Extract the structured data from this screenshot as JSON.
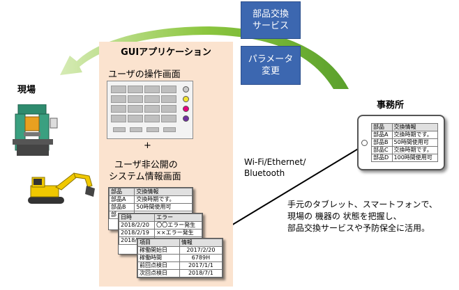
{
  "labels": {
    "genba": "現場",
    "jimusho": "事務所",
    "gui_app": "GUIアプリケーション",
    "user_screen": "ユーザの操作画面",
    "plus": "+",
    "hidden_screen_1": "ユーザ非公開の",
    "hidden_screen_2": "システム情報画面",
    "network_1": "Wi-Fi/Ethernet/",
    "network_2": "Bluetooth",
    "parts_service_1": "部品交換",
    "parts_service_2": "サービス",
    "param_change_1": "パラメータ",
    "param_change_2": "変更",
    "desc_1": "手元のタブレット、スマートフォンで、",
    "desc_2": "現場の 機器の 状態を把握し、",
    "desc_3": "部品交換サービスや予防保全に活用。"
  },
  "parts_table": {
    "header": [
      "部品",
      "交換情報"
    ],
    "rows": [
      [
        "部品A",
        "交換時期です。"
      ],
      [
        "部品B",
        "50時間使用可"
      ]
    ]
  },
  "parts_table_partial_label": "部",
  "error_table": {
    "header": [
      "日時",
      "エラー"
    ],
    "rows": [
      [
        "2018/2/20",
        "〇〇エラー発生"
      ],
      [
        "2018/2/19",
        "××エラー発生"
      ],
      [
        "2018/"
      ]
    ]
  },
  "info_table": {
    "header": [
      "項目",
      "情報"
    ],
    "rows": [
      [
        "稼働開始日",
        "2017/2/20"
      ],
      [
        "稼働時間",
        "6789H"
      ],
      [
        "前回点検日",
        "2017/1/1"
      ],
      [
        "次回点検日",
        "2018/7/1"
      ]
    ]
  },
  "tablet_table": {
    "header": [
      "部品",
      "交換情報"
    ],
    "rows": [
      [
        "部品A",
        "交換時期です。"
      ],
      [
        "部品B",
        "50時間使用可"
      ],
      [
        "部品C",
        "交換時期です。"
      ],
      [
        "部品D",
        "100時間使用可"
      ]
    ]
  },
  "colors": {
    "arrow_green": "#8cc63f",
    "panel_peach": "#fbe3cf",
    "box_blue": "#3c67b0",
    "circle_colors": [
      "#c9c9c9",
      "#f2e330",
      "#e5007e",
      "#7030a0"
    ]
  }
}
